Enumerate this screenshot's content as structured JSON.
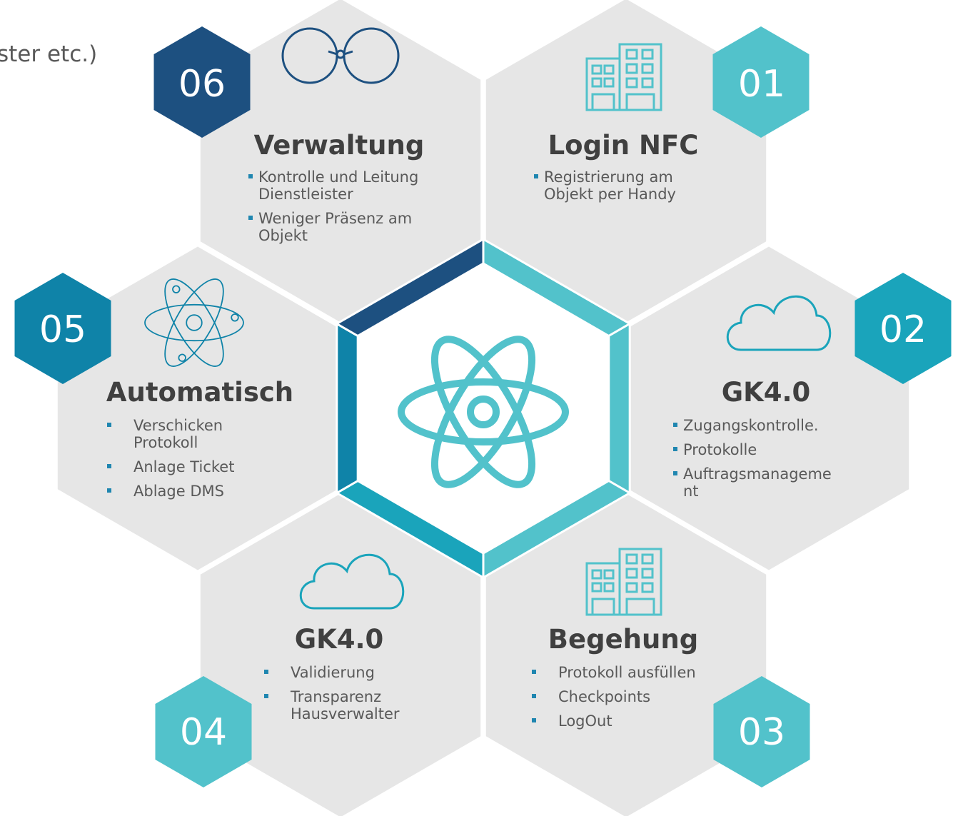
{
  "fragment_text": "ster etc.)",
  "colors": {
    "hex_gray": "#e6e6e6",
    "navy": "#1d5080",
    "teal_dark": "#0f83a8",
    "teal_mid": "#1aa4bb",
    "teal_light": "#52c2cb",
    "text": "#595959",
    "title": "#404040"
  },
  "center_icon": "atom-icon",
  "segments": [
    {
      "num": "01",
      "title": "Login NFC",
      "icon": "building-icon",
      "bullets": [
        "Registrierung am Objekt per Handy"
      ]
    },
    {
      "num": "02",
      "title": "GK4.0",
      "icon": "cloud-icon",
      "bullets": [
        "Zugangskontrolle.",
        "Protokolle",
        "Auftragsmanageme nt"
      ]
    },
    {
      "num": "03",
      "title": "Begehung",
      "icon": "building-icon",
      "bullets": [
        "Protokoll ausfüllen",
        "Checkpoints",
        "LogOut"
      ]
    },
    {
      "num": "04",
      "title": "GK4.0",
      "icon": "cloud-icon",
      "bullets": [
        "Validierung",
        "Transparenz Hausverwalter"
      ]
    },
    {
      "num": "05",
      "title": "Automatisch",
      "icon": "atom-icon",
      "bullets": [
        "Verschicken Protokoll",
        "Anlage Ticket",
        "Ablage DMS"
      ]
    },
    {
      "num": "06",
      "title": "Verwaltung",
      "icon": "glasses-icon",
      "bullets": [
        "Kontrolle und Leitung Dienstleister",
        "Weniger Präsenz am Objekt"
      ]
    }
  ]
}
